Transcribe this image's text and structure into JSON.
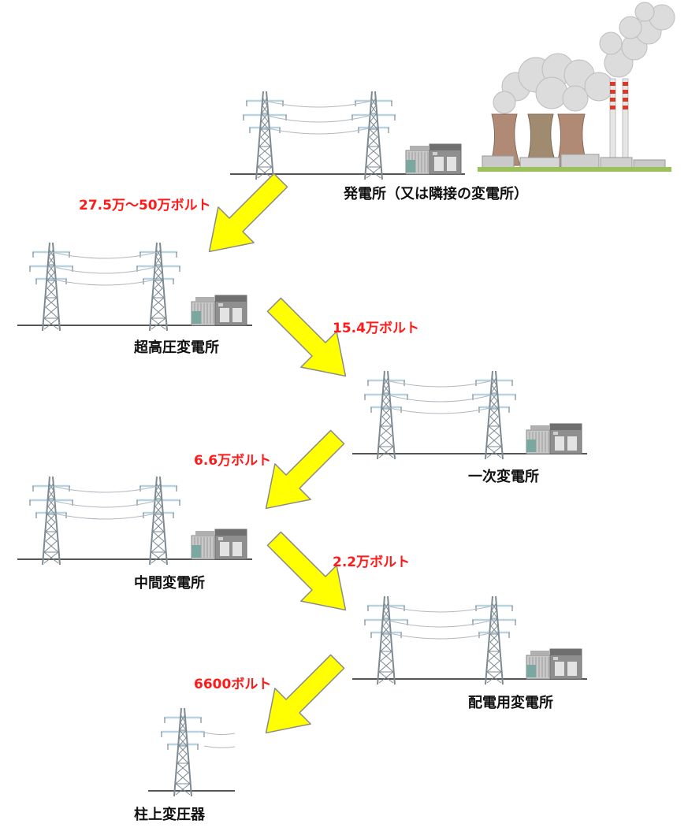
{
  "stations": [
    {
      "label": "発電所（又は隣接の変電所）"
    },
    {
      "label": "超高圧変電所"
    },
    {
      "label": "一次変電所"
    },
    {
      "label": "中間変電所"
    },
    {
      "label": "配電用変電所"
    },
    {
      "label": "柱上変圧器"
    }
  ],
  "voltages": [
    {
      "label": "27.5万～50万ボルト"
    },
    {
      "label": "15.4万ボルト"
    },
    {
      "label": "6.6万ボルト"
    },
    {
      "label": "2.2万ボルト"
    },
    {
      "label": "6600ボルト"
    }
  ],
  "colors": {
    "arrow_fill": "#ffff00",
    "arrow_stroke": "#8a8a8a",
    "voltage_text": "#ff1a1a",
    "tower": "#7d8a92",
    "tower_top": "#b9d3df",
    "ground": "#555555",
    "substation": "#9a9a9a",
    "cooling_tower": "#b08a74",
    "chimney_stripe": "#d83a2a",
    "grass": "#9bc25a"
  }
}
